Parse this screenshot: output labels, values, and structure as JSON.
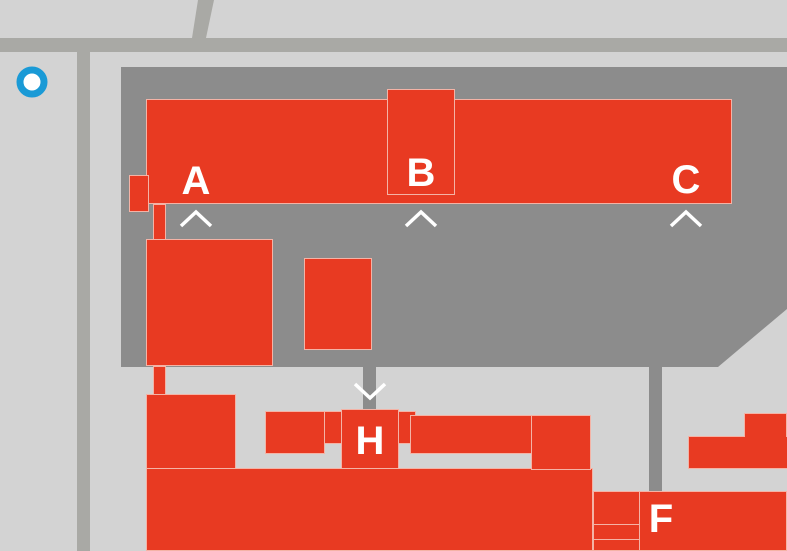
{
  "map": {
    "labels": {
      "a": "A",
      "b": "B",
      "c": "C",
      "h": "H",
      "f": "F"
    },
    "colors": {
      "background": "#d3d3d3",
      "road": "#a9a9a5",
      "plaza": "#8c8c8c",
      "building": "#e83a22",
      "marker": "#1a9ad6",
      "chevron": "#ffffff"
    },
    "icons": {
      "location_marker": "location-marker-icon",
      "entrance_chevron": "chevron-icon"
    }
  }
}
